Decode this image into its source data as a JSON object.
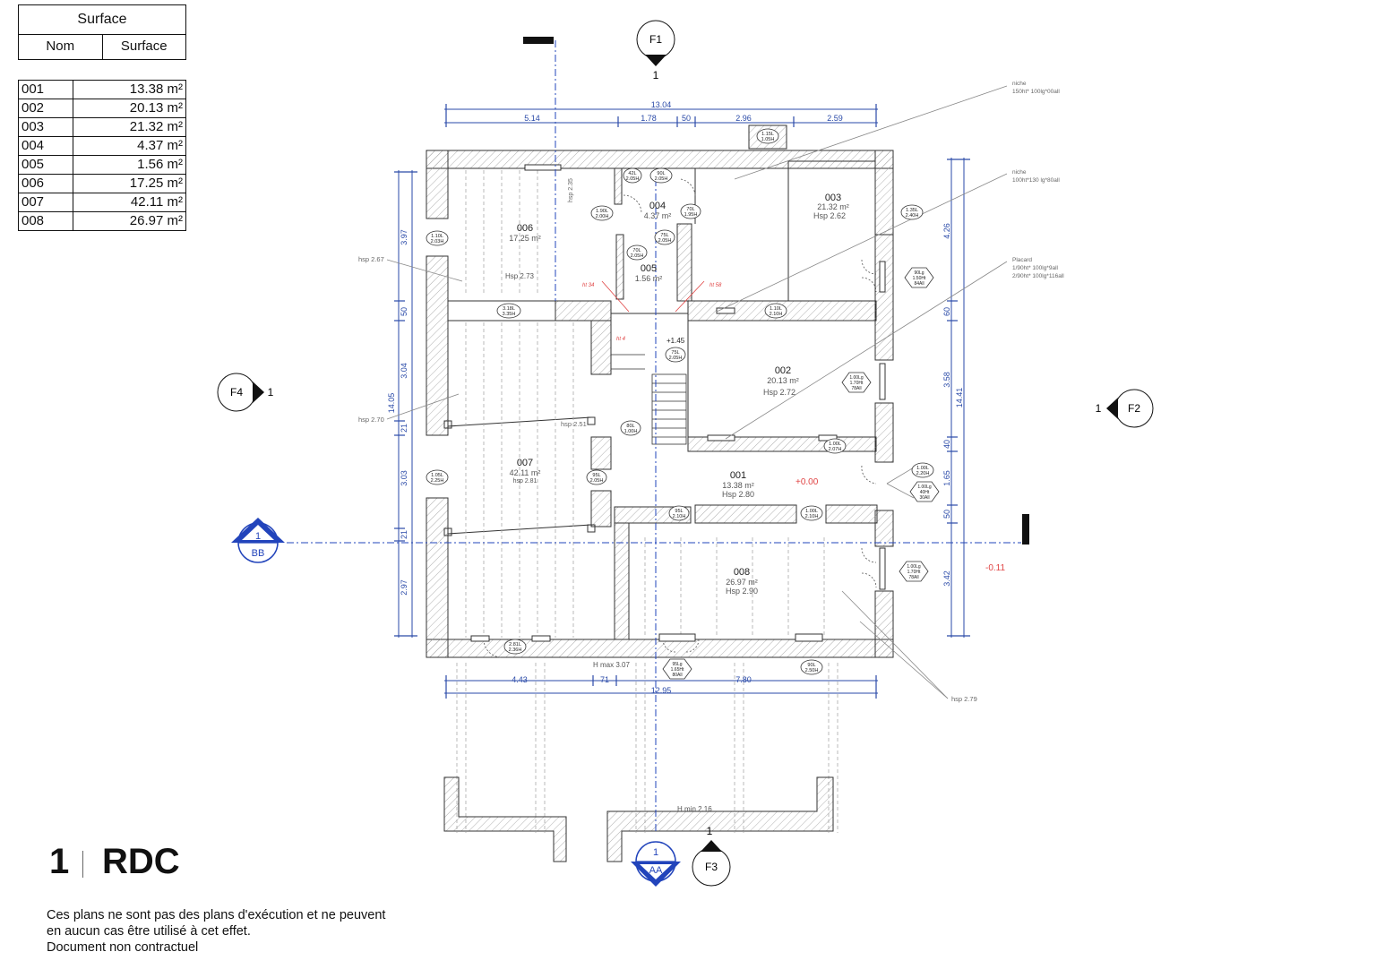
{
  "surface_table": {
    "title": "Surface",
    "col_name": "Nom",
    "col_surface": "Surface",
    "rows": [
      {
        "name": "001",
        "surface": "13.38 m²"
      },
      {
        "name": "002",
        "surface": "20.13 m²"
      },
      {
        "name": "003",
        "surface": "21.32 m²"
      },
      {
        "name": "004",
        "surface": "4.37 m²"
      },
      {
        "name": "005",
        "surface": "1.56 m²"
      },
      {
        "name": "006",
        "surface": "17.25 m²"
      },
      {
        "name": "007",
        "surface": "42.11 m²"
      },
      {
        "name": "008",
        "surface": "26.97 m²"
      }
    ]
  },
  "rooms": {
    "r001": {
      "id": "001",
      "area": "13.38 m²",
      "height": "Hsp 2.80"
    },
    "r002": {
      "id": "002",
      "area": "20.13 m²",
      "height": "Hsp 2.72"
    },
    "r003": {
      "id": "003",
      "area": "21.32 m²",
      "height": "Hsp 2.62"
    },
    "r004": {
      "id": "004",
      "area": "4.37 m²"
    },
    "r005": {
      "id": "005",
      "area": "1.56 m²"
    },
    "r006": {
      "id": "006",
      "area": "17.25 m²",
      "height": "Hsp 2.73"
    },
    "r007": {
      "id": "007",
      "area": "42.11 m²",
      "height": "hsp 2.81"
    },
    "r008": {
      "id": "008",
      "area": "26.97 m²",
      "height": "Hsp 2.90"
    }
  },
  "dimensions": {
    "top_total": "13.04",
    "top_segments": [
      "5.14",
      "1.78",
      "50",
      "2.96",
      "2.59"
    ],
    "bottom_total": "12.95",
    "bottom_segments": [
      "4.43",
      "71",
      "7.80"
    ],
    "left_total": "14.05",
    "left_segments": [
      "3.97",
      "50",
      "3.04",
      "3.03",
      "2.97"
    ],
    "left_small": [
      "21",
      "21"
    ],
    "right_total": "14.41",
    "right_segments": [
      "4.26",
      "60",
      "3.58",
      "40",
      "1.65",
      "50",
      "3.42"
    ]
  },
  "levels": {
    "zero": "+0.00",
    "minus": "-0.11",
    "stair": "+1.45",
    "ht34": "ht 34",
    "ht58": "ht 58",
    "ht4": "ht 4",
    "hmax": "H max 3.07",
    "hmin": "H min 2.16",
    "hsp267": "hsp 2.67",
    "hsp270": "hsp 2.70",
    "hsp251": "hsp 2.51",
    "hsp235": "hsp 2.35",
    "hsp279": "hsp 2.79"
  },
  "notes": {
    "niche1_title": "niche",
    "niche1_spec": "150ht* 100lg*00all",
    "niche2_title": "niche",
    "niche2_spec": "100ht*130 lg*80all",
    "placard_title": "Placard",
    "placard_spec1": "1/90ht* 100lg*9all",
    "placard_spec2": "2/90ht* 100lg*116all"
  },
  "openings": {
    "o1": [
      "42L",
      "2.05H"
    ],
    "o2": [
      "90L",
      "2.05H"
    ],
    "o3": [
      "1.90L",
      "2.00H"
    ],
    "o4": [
      "70L",
      "1.95H"
    ],
    "o5": [
      "75L",
      "2.05H"
    ],
    "o6": [
      "70L",
      "2.05H"
    ],
    "o7": [
      "1.10L",
      "2.03H"
    ],
    "o8": [
      "3.18L",
      "3.35H"
    ],
    "o9": [
      "1.15L",
      "1.05H"
    ],
    "o10": [
      "1.35L",
      "2.40H"
    ],
    "o11": [
      "1.10L",
      "2.10H"
    ],
    "o12": [
      "75L",
      "2.05H"
    ],
    "o13": [
      "80L",
      "1.00H"
    ],
    "o14": [
      "1.00L",
      "2.07H"
    ],
    "o15": [
      "95L",
      "2.05H"
    ],
    "o16": [
      "1.05L",
      "2.25H"
    ],
    "o17": [
      "95L",
      "2.10H"
    ],
    "o18": [
      "1.00L",
      "2.10H"
    ],
    "o19": [
      "1.00L",
      "2.20H"
    ],
    "o20": [
      "2.81L",
      "2.36H"
    ],
    "o21": [
      "90L",
      "2.50H"
    ],
    "hx1": [
      "90Lg",
      "1.50Ht",
      "84All"
    ],
    "hx2": [
      "1.00Lg",
      "1.70Ht",
      "78All"
    ],
    "hx3": [
      "1.00Lg",
      "40Ht",
      "30All"
    ],
    "hx4": [
      "1.00Lg",
      "1.70Ht",
      "78All"
    ],
    "hx5": [
      "95Lg",
      "1.65Ht",
      "80All"
    ]
  },
  "markers": {
    "f1": {
      "label": "F1",
      "num": "1"
    },
    "f2": {
      "label": "F2",
      "num": "1"
    },
    "f3": {
      "label": "F3",
      "num": "1"
    },
    "f4": {
      "label": "F4",
      "num": "1"
    },
    "aa": {
      "num": "1",
      "label": "AA"
    },
    "bb": {
      "num": "1",
      "label": "BB"
    }
  },
  "title": {
    "number": "1",
    "name": "RDC"
  },
  "disclaimer": [
    "Ces plans ne sont pas des plans d'exécution et ne peuvent",
    "en aucun cas être utilisé à cet effet.",
    "Document non contractuel"
  ],
  "colors": {
    "dimension": "#2a4aa8",
    "section": "#2244bb",
    "level": "#e04444",
    "wall": "#333333"
  }
}
